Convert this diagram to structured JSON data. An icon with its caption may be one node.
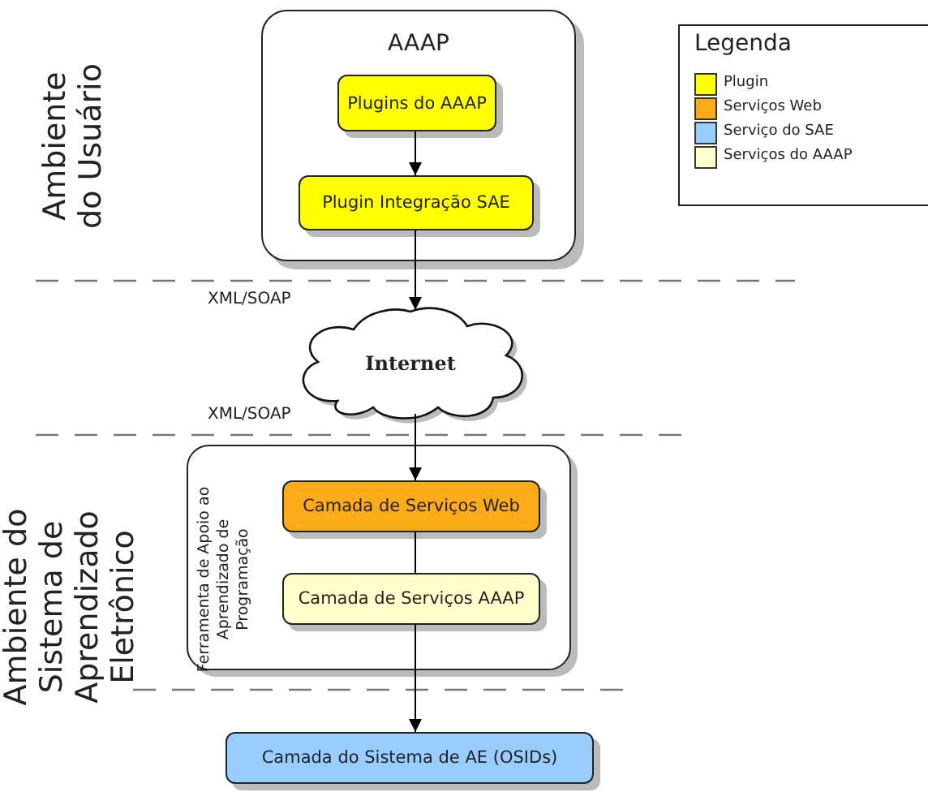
{
  "diagram": {
    "nodes": [
      {
        "text": [
          "AAAP"
        ]
      },
      {
        "text": [
          "Plugins do AAAP"
        ],
        "in": 0
      },
      {
        "text": [
          "Plugin Integração SAE"
        ],
        "in": 0
      },
      {
        "text": [
          "Internet"
        ]
      },
      {
        "text": [
          "Ferramenta de Apoio ao Aprendizado de Programação"
        ]
      },
      {
        "text": [
          "Camada de Serviços Web"
        ],
        "in": 4
      },
      {
        "text": [
          "Camada de Serviços AAAP"
        ],
        "in": 4
      },
      {
        "text": [
          "Camada do Sistema de AE (OSIDs)"
        ]
      }
    ],
    "edges": [
      {
        "from": 1,
        "to": 2,
        "arrow": "to"
      },
      {
        "from": 2,
        "to": 3,
        "arrow": "to"
      },
      {
        "from": 3,
        "to": 5,
        "arrow": "to"
      },
      {
        "from": 5,
        "to": 6,
        "arrow": "none"
      },
      {
        "from": 6,
        "to": 7,
        "arrow": "to"
      }
    ],
    "labels": [
      "Ambiente do Usuário",
      "Legenda",
      "XML/SOAP",
      "XML/SOAP",
      "Ambiente do Sistema de Aprendizado Eletrônico"
    ],
    "legend": [
      {
        "text": "Plugin",
        "color": "#ffff00"
      },
      {
        "text": "Serviços Web",
        "color": "#fbab18"
      },
      {
        "text": "Serviço do SAE",
        "color": "#99ccff"
      },
      {
        "text": "Serviços do AAAP",
        "color": "#ffffcc"
      }
    ]
  }
}
